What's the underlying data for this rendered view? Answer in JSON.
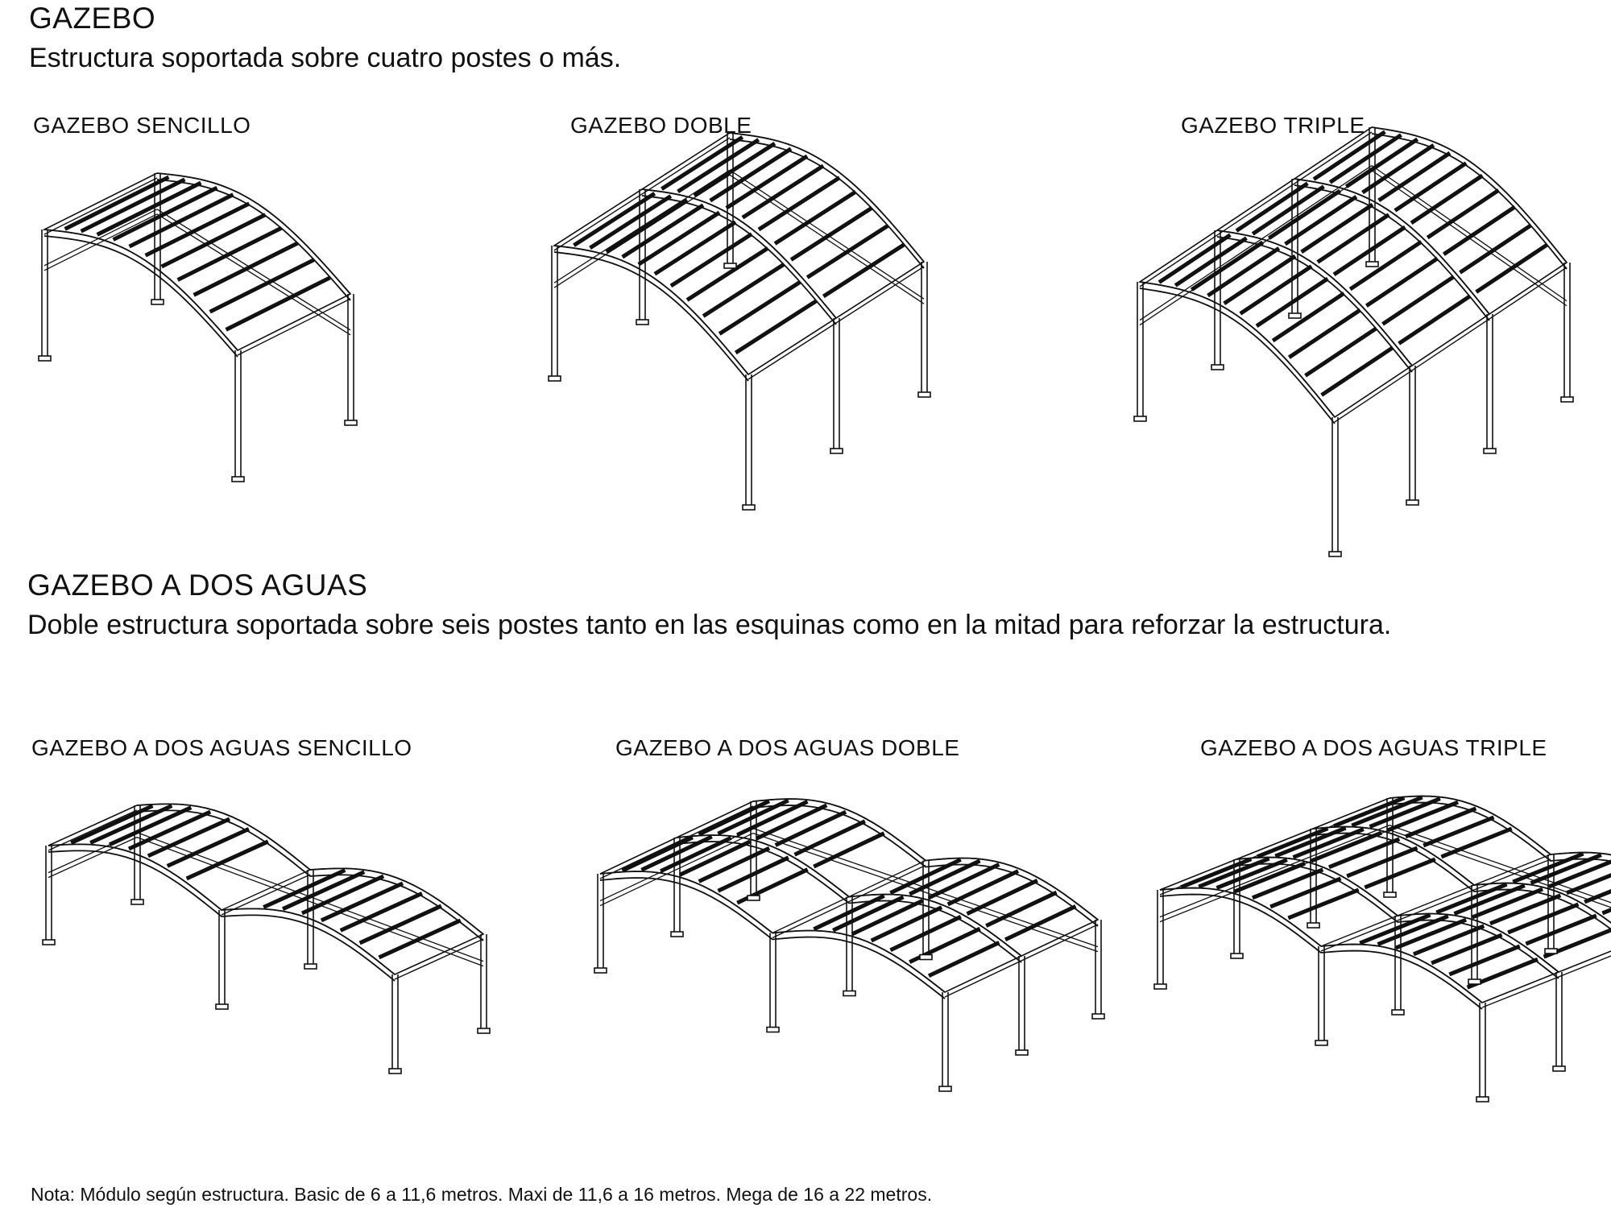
{
  "sections": [
    {
      "title": "GAZEBO",
      "description": "Estructura soportada sobre cuatro postes o más.",
      "variants": [
        {
          "label": "GAZEBO SENCILLO",
          "modules": 1
        },
        {
          "label": "GAZEBO DOBLE",
          "modules": 2
        },
        {
          "label": "GAZEBO TRIPLE",
          "modules": 3
        }
      ]
    },
    {
      "title": "GAZEBO A DOS AGUAS",
      "description": "Doble estructura soportada sobre seis postes tanto en las esquinas como en la mitad para reforzar la estructura.",
      "variants": [
        {
          "label": "GAZEBO A DOS AGUAS SENCILLO",
          "modules": 1
        },
        {
          "label": "GAZEBO A DOS AGUAS DOBLE",
          "modules": 2
        },
        {
          "label": "GAZEBO A DOS AGUAS TRIPLE",
          "modules": 3
        }
      ]
    }
  ],
  "note": "Nota: Módulo según estructura. Basic de 6 a 11,6 metros. Maxi de 11,6 a 16 metros. Mega de 16 a 22 metros."
}
